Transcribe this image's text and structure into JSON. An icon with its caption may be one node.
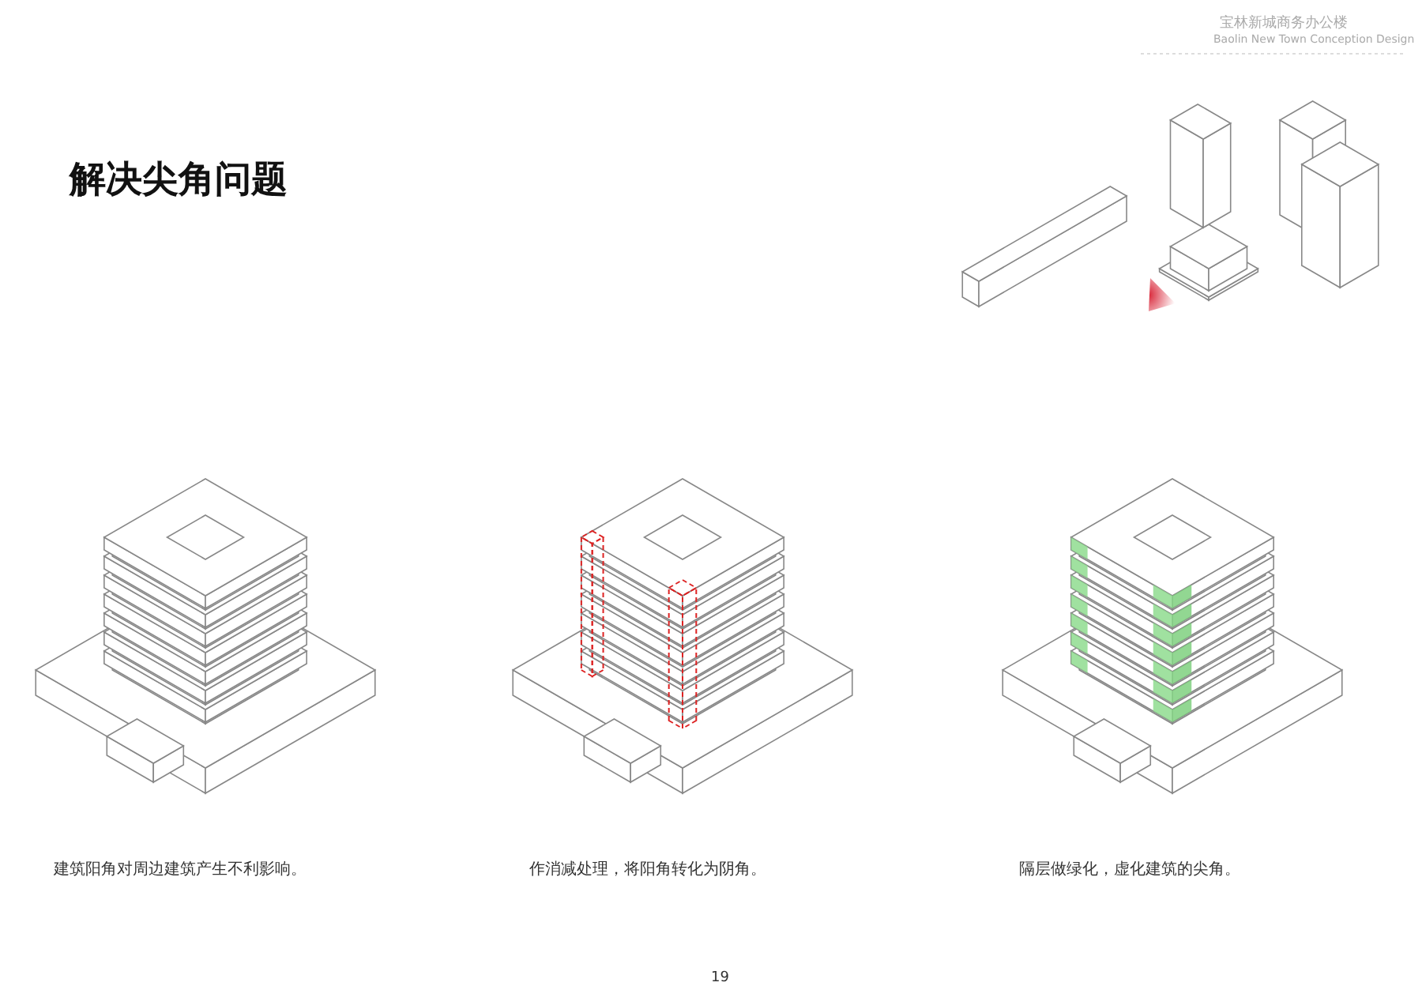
{
  "diagram": {
    "title": "解决尖角问题",
    "labels": [
      "宝林新城商务办公楼",
      "Baolin New Town Conception Design",
      "建筑阳角对周边建筑产生不利影响。",
      "作消减处理，将阳角转化为阴角。",
      "隔层做绿化，虚化建筑的尖角。",
      "19"
    ]
  }
}
